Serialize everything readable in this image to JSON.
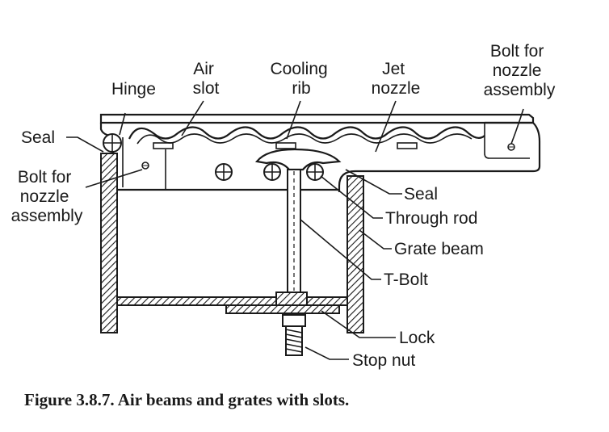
{
  "labels": {
    "hinge": "Hinge",
    "air_slot": [
      "Air",
      "slot"
    ],
    "cooling_rib": [
      "Cooling",
      "rib"
    ],
    "jet_nozzle": [
      "Jet",
      "nozzle"
    ],
    "bolt_nozzle_right": [
      "Bolt for",
      "nozzle",
      "assembly"
    ],
    "seal_left": "Seal",
    "bolt_nozzle_left": [
      "Bolt for",
      "nozzle",
      "assembly"
    ],
    "seal_right": "Seal",
    "through_rod": "Through rod",
    "grate_beam": "Grate beam",
    "t_bolt": "T-Bolt",
    "lock": "Lock",
    "stop_nut": "Stop nut"
  },
  "caption": "Figure 3.8.7. Air beams and grates with slots.",
  "colors": {
    "ink": "#1a1a1a",
    "background": "#ffffff"
  }
}
